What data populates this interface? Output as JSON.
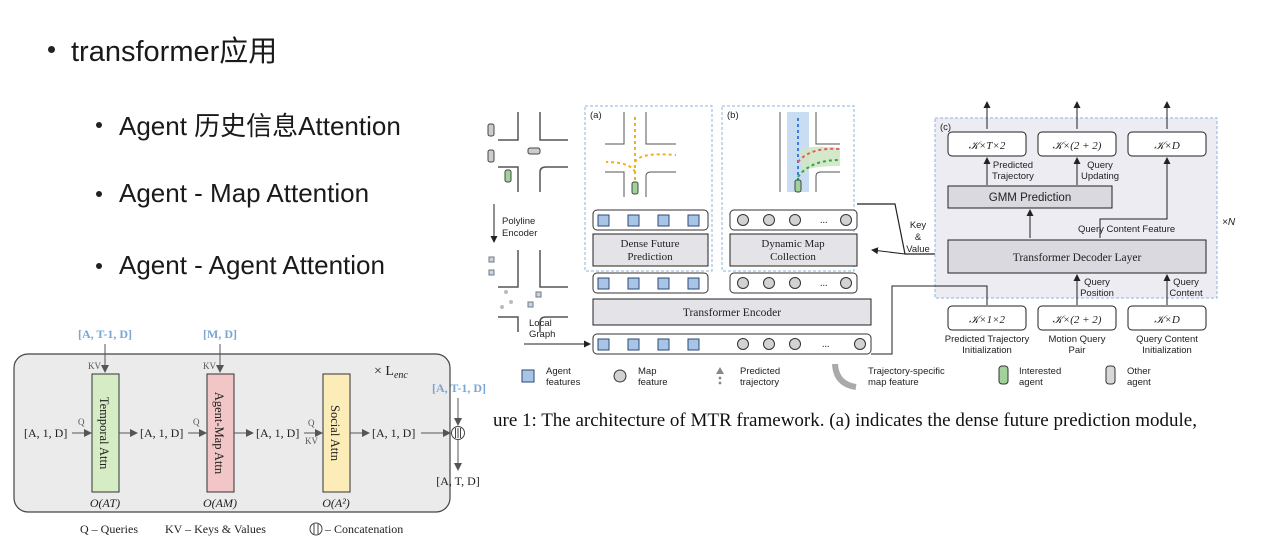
{
  "bullets": {
    "main": "transformer应用",
    "subs": [
      "Agent 历史信息Attention",
      "Agent - Map Attention",
      "Agent - Agent Attention"
    ]
  },
  "encoder": {
    "inputs": {
      "temporal": "[A, T-1, D]",
      "map": "[M, D]",
      "right": "[A, T-1, D]"
    },
    "kv": "KV",
    "q": "Q",
    "times": "× L",
    "times_sub": "enc",
    "dims": [
      "[A, 1, D]",
      "[A, 1, D]",
      "[A, 1, D]",
      "[A, 1, D]"
    ],
    "output": "[A, T, D]",
    "blocks": [
      {
        "label": "Temporal Attn",
        "cost": "O(AT)",
        "color": "#d6ecc4"
      },
      {
        "label": "Agent-Map Attn",
        "cost": "O(AM)",
        "color": "#f2c6c6"
      },
      {
        "label": "Social Attn",
        "cost": "O(A²)",
        "color": "#fbecb8"
      }
    ],
    "legend": [
      "Q – Queries",
      "KV – Keys & Values",
      "– Concatenation"
    ]
  },
  "mtr": {
    "polyline_encoder": [
      "Polyline",
      "Encoder"
    ],
    "local_graph": [
      "Local",
      "Graph"
    ],
    "panel_a": "(a)",
    "panel_b": "(b)",
    "panel_c": "(c)",
    "dense_future": [
      "Dense Future",
      "Prediction"
    ],
    "dynamic_map": [
      "Dynamic Map",
      "Collection"
    ],
    "transformer_encoder": "Transformer Encoder",
    "key_value": [
      "Key",
      "&",
      "Value"
    ],
    "gmm": "GMM Prediction",
    "decoder": "Transformer Decoder Layer",
    "times_n": "×N",
    "query_content_feature": "Query Content Feature",
    "outputs": [
      "𝒦×T×2",
      "𝒦×(2 + 2)",
      "𝒦×D"
    ],
    "output_labels": {
      "predicted": [
        "Predicted",
        "Trajectory"
      ],
      "updating": [
        "Query",
        "Updating"
      ]
    },
    "query_position": [
      "Query",
      "Position"
    ],
    "query_content": [
      "Query",
      "Content"
    ],
    "inits": [
      "𝒦×1×2",
      "𝒦×(2 + 2)",
      "𝒦×D"
    ],
    "init_labels": [
      [
        "Predicted Trajectory",
        "Initialization"
      ],
      [
        "Motion Query",
        "Pair"
      ],
      [
        "Query Content",
        "Initialization"
      ]
    ],
    "ellipsis": "...",
    "legend": {
      "agent": [
        "Agent",
        "features"
      ],
      "map": [
        "Map",
        "feature"
      ],
      "predicted": [
        "Predicted",
        "trajectory"
      ],
      "specific": [
        "Trajectory-specific",
        "map feature"
      ],
      "interested": [
        "Interested",
        "agent"
      ],
      "other": [
        "Other",
        "agent"
      ]
    },
    "caption": "ure 1:  The architecture of MTR framework. (a) indicates the dense future prediction module,"
  }
}
